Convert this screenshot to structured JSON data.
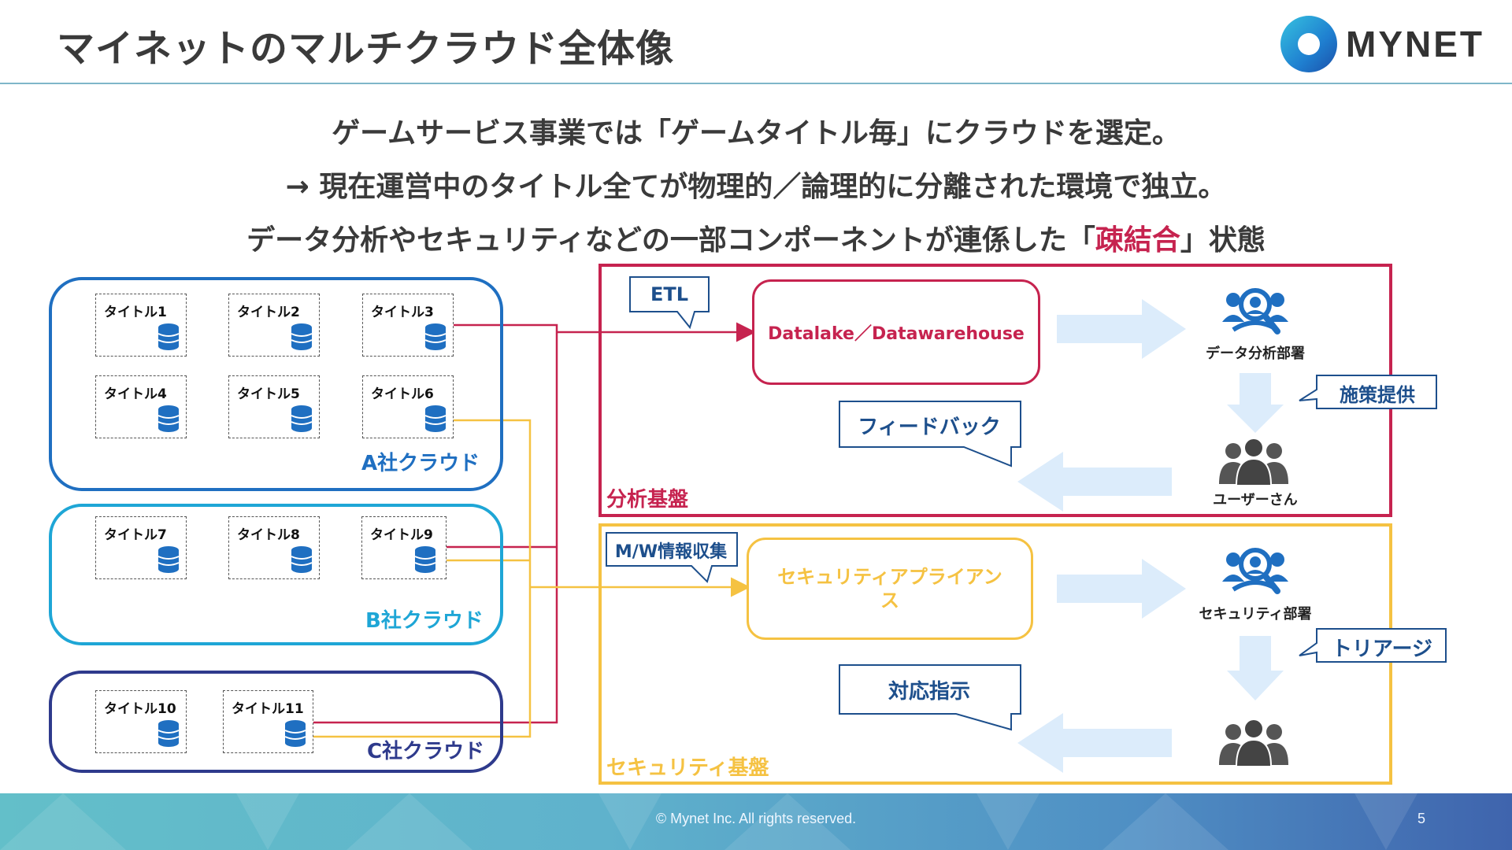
{
  "header": {
    "title": "マイネットのマルチクラウド全体像",
    "logo_text": "MYNET"
  },
  "summary": {
    "line1": "ゲームサービス事業では「ゲームタイトル毎」にクラウドを選定。",
    "line2": "→ 現在運営中のタイトル全てが物理的／論理的に分離された環境で独立。",
    "line3_prefix": "データ分析やセキュリティなどの一部コンポーネントが連係した「",
    "line3_accent": "疎結合",
    "line3_suffix": "」状態"
  },
  "clouds": {
    "a": {
      "name": "A社クラウド",
      "titles": [
        "タイトル1",
        "タイトル2",
        "タイトル3",
        "タイトル4",
        "タイトル5",
        "タイトル6"
      ]
    },
    "b": {
      "name": "B社クラウド",
      "titles": [
        "タイトル7",
        "タイトル8",
        "タイトル9"
      ]
    },
    "c": {
      "name": "C社クラウド",
      "titles": [
        "タイトル10",
        "タイトル11"
      ]
    }
  },
  "analytics": {
    "label": "分析基盤",
    "etl_callout": "ETL",
    "datalake": "Datalake／Datawarehouse",
    "department": "データ分析部署",
    "measures_callout": "施策提供",
    "feedback_callout": "フィードバック",
    "users": "ユーザーさん"
  },
  "security": {
    "label": "セキュリティ基盤",
    "mw_callout": "M/W情報収集",
    "appliance": "セキュリティアプライアンス",
    "department": "セキュリティ部署",
    "triage_callout": "トリアージ",
    "instruction_callout": "対応指示"
  },
  "colors": {
    "cloud_a": "#1f6fc1",
    "cloud_b": "#1ea6d6",
    "cloud_c": "#2e3a8c",
    "analytics": "#c6234f",
    "security": "#f5c242",
    "callout": "#1d4f8c",
    "icon_blue": "#1f6fc1",
    "arrow_light": "#dcecfb"
  },
  "footer": {
    "copyright": "© Mynet Inc. All rights reserved.",
    "page": "5"
  }
}
